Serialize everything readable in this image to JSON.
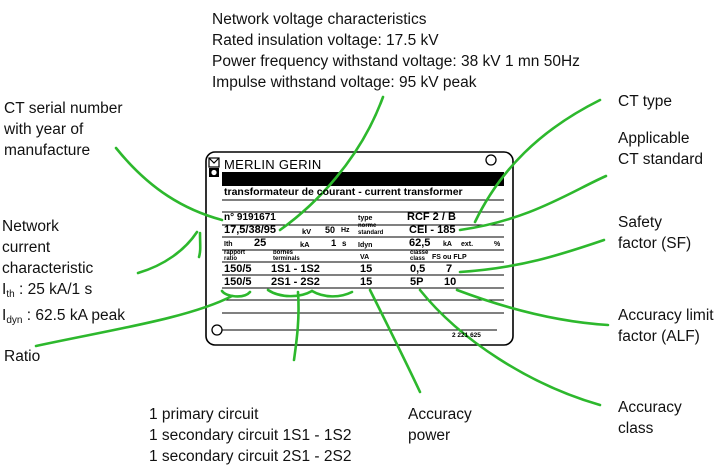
{
  "colors": {
    "leader": "#2db82d",
    "plate_stroke": "#000000",
    "text": "#111111"
  },
  "callouts": {
    "network_voltage": [
      "Network voltage characteristics",
      "Rated insulation voltage: 17.5 kV",
      "Power frequency withstand voltage: 38 kV 1 mn 50Hz",
      "Impulse withstand voltage: 95 kV peak"
    ],
    "serial": [
      "CT serial number",
      "with year of",
      "manufacture"
    ],
    "ct_type": [
      "CT type"
    ],
    "standard": [
      "Applicable",
      "CT standard"
    ],
    "network_current": {
      "lines": [
        "Network",
        "current",
        "characteristic"
      ],
      "ith_sym": "I",
      "ith_sub": "th",
      "ith_rest": " : 25 kA/1 s",
      "idyn_sym": "I",
      "idyn_sub": "dyn",
      "idyn_rest": " : 62.5 kA peak"
    },
    "safety": [
      "Safety",
      "factor (SF)"
    ],
    "alf": [
      "Accuracy limit",
      "factor (ALF)"
    ],
    "ratio": [
      "Ratio"
    ],
    "circuits": [
      "1 primary circuit",
      "1 secondary circuit 1S1 - 1S2",
      "1 secondary circuit 2S1 - 2S2"
    ],
    "power": [
      "Accuracy",
      "power"
    ],
    "acc_class": [
      "Accuracy",
      "class"
    ]
  },
  "plate": {
    "brand": "MERLIN GERIN",
    "subtitle": "transformateur de courant - current transformer",
    "serial": "n° 9191671",
    "type_label": "type",
    "type_value": "RCF 2 / B",
    "voltage": "17,5/38/95",
    "kv": "kV",
    "freq": "50",
    "hz": "Hz",
    "norme_label": "norme",
    "standard_label": "standard",
    "standard_value": "CEI - 185",
    "ith_label": "Ith",
    "ith_value": "25",
    "ka": "kA",
    "one": "1",
    "s": "s",
    "idyn_label": "Idyn",
    "idyn_value": "62,5",
    "ka_ext": "kA",
    "ext": "ext.",
    "pct": "%",
    "rapport": "rapport",
    "ratio_label": "ratio",
    "bornes": "bornes",
    "terminals": "terminals",
    "va": "VA",
    "classe": "classe",
    "class_label": "class",
    "fs_flp": "FS ou FLP",
    "row1": {
      "ratio": "150/5",
      "terminals": "1S1 - 1S2",
      "va": "15",
      "cls": "0,5",
      "factor": "7"
    },
    "row2": {
      "ratio": "150/5",
      "terminals": "2S1 - 2S2",
      "va": "15",
      "cls": "5P",
      "factor": "10"
    },
    "code": "2 221 625"
  }
}
